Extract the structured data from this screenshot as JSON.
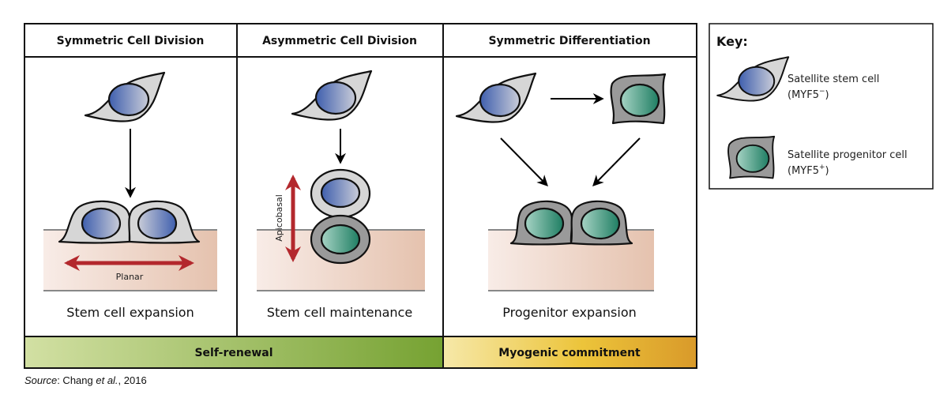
{
  "panels": [
    {
      "title": "Symmetric Cell Division",
      "caption": "Stem cell expansion",
      "arrow_label": "Planar"
    },
    {
      "title": "Asymmetric Cell Division",
      "caption": "Stem cell maintenance",
      "arrow_label": "Apicobasal"
    },
    {
      "title": "Symmetric Differentiation",
      "caption": "Progenitor expansion",
      "arrow_label": ""
    }
  ],
  "bands": [
    {
      "label": "Self-renewal"
    },
    {
      "label": "Myogenic commitment"
    }
  ],
  "key": {
    "title": "Key:",
    "items": [
      {
        "name": "Satellite stem cell",
        "marker_prefix": "(MYF5",
        "marker_sup": "−",
        "marker_suffix": ")"
      },
      {
        "name": "Satellite progenitor cell",
        "marker_prefix": "(MYF5",
        "marker_sup": "+",
        "marker_suffix": ")"
      }
    ]
  },
  "source": {
    "label": "Source",
    "sep": ": Chang ",
    "etal": "et al.",
    "year": ", 2016"
  },
  "colors": {
    "stem_nucleus_dark": "#3f5fae",
    "stem_nucleus_light": "#c9ccd8",
    "progenitor_nucleus_dark": "#1f7e63",
    "progenitor_nucleus_light": "#a6d3c4",
    "stem_cytoplasm": "#d6d6d6",
    "progenitor_cytoplasm": "#9a9a9a",
    "tissue_light": "#f8ece7",
    "tissue_dark": "#e5c2ae",
    "arrow_red": "#b3282d",
    "self_renewal_light": "#d2e0a3",
    "self_renewal_dark": "#76a232",
    "commitment_light": "#f6e8a8",
    "commitment_dark": "#d99a2a"
  }
}
